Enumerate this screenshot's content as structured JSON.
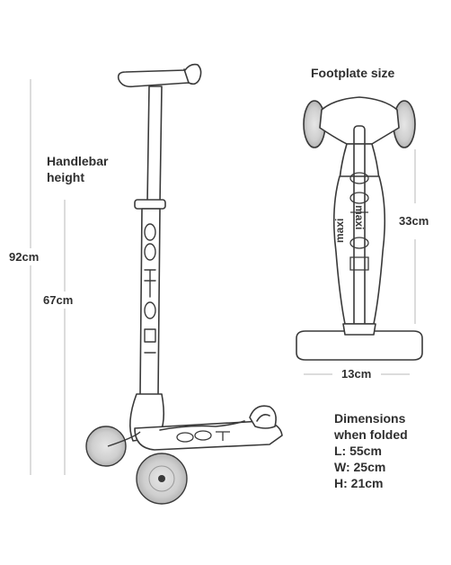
{
  "labels": {
    "footplate_size": "Footplate size",
    "handlebar_height_line1": "Handlebar",
    "handlebar_height_line2": "height",
    "height_max": "92cm",
    "height_min": "67cm",
    "footplate_length": "33cm",
    "footplate_width": "13cm"
  },
  "folded": {
    "title_line1": "Dimensions",
    "title_line2": "when folded",
    "length": "L: 55cm",
    "width": "W: 25cm",
    "height": "H: 21cm"
  },
  "brand": {
    "model_text": "maxi"
  }
}
